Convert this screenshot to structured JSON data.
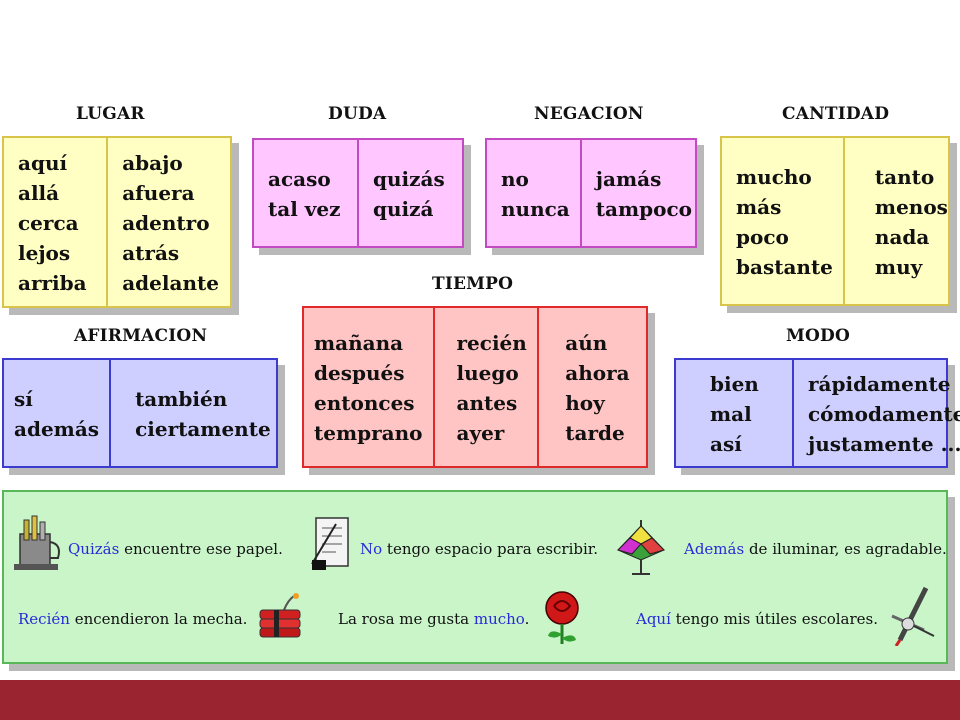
{
  "headings": {
    "lugar": "LUGAR",
    "duda": "DUDA",
    "negacion": "NEGACION",
    "cantidad": "CANTIDAD",
    "tiempo": "TIEMPO",
    "afirmacion": "AFIRMACION",
    "modo": "MODO"
  },
  "lugar": {
    "col1": [
      "aquí",
      "allá",
      "cerca",
      "lejos",
      "arriba"
    ],
    "col2": [
      "abajo",
      "afuera",
      "adentro",
      "atrás",
      "adelante"
    ]
  },
  "duda": {
    "col1": [
      "acaso",
      "tal vez"
    ],
    "col2": [
      "quizás",
      "quizá"
    ]
  },
  "negacion": {
    "col1": [
      "no",
      "nunca"
    ],
    "col2": [
      "jamás",
      "tampoco"
    ]
  },
  "cantidad": {
    "col1": [
      "mucho",
      "más",
      "poco",
      "bastante"
    ],
    "col2": [
      "tanto",
      "menos",
      "nada",
      "muy"
    ]
  },
  "afirmacion": {
    "col1": [
      "sí",
      "además"
    ],
    "col2": [
      "también",
      "ciertamente"
    ]
  },
  "tiempo": {
    "col1": [
      "mañana",
      "después",
      "entonces",
      "temprano"
    ],
    "col2": [
      "recién",
      "luego",
      "antes",
      "ayer"
    ],
    "col3": [
      "aún",
      "ahora",
      "hoy",
      "tarde"
    ]
  },
  "modo": {
    "col1": [
      "bien",
      "mal",
      "así"
    ],
    "col2": [
      "rápidamente",
      "cómodamente",
      "justamente ..."
    ]
  },
  "examples": [
    {
      "keyword": "Quizás",
      "rest": " encuentre ese papel.",
      "icon": "pencil-cup-icon"
    },
    {
      "keyword": "No",
      "rest": " tengo espacio para escribir.",
      "icon": "scroll-quill-icon"
    },
    {
      "keyword": "Además",
      "rest": " de iluminar, es agradable.",
      "icon": "stained-lamp-icon"
    },
    {
      "keyword": "Recién",
      "rest": " encendieron la mecha.",
      "icon": "dynamite-icon"
    },
    {
      "prefix": "La rosa me gusta ",
      "keyword": "mucho",
      "rest": ".",
      "icon": "rose-icon"
    },
    {
      "keyword": "Aquí",
      "rest": " tengo mis útiles escolares.",
      "icon": "compass-pencil-icon"
    }
  ],
  "colors": {
    "keyword": "#2a2ad8",
    "footer": "#9a2430"
  }
}
